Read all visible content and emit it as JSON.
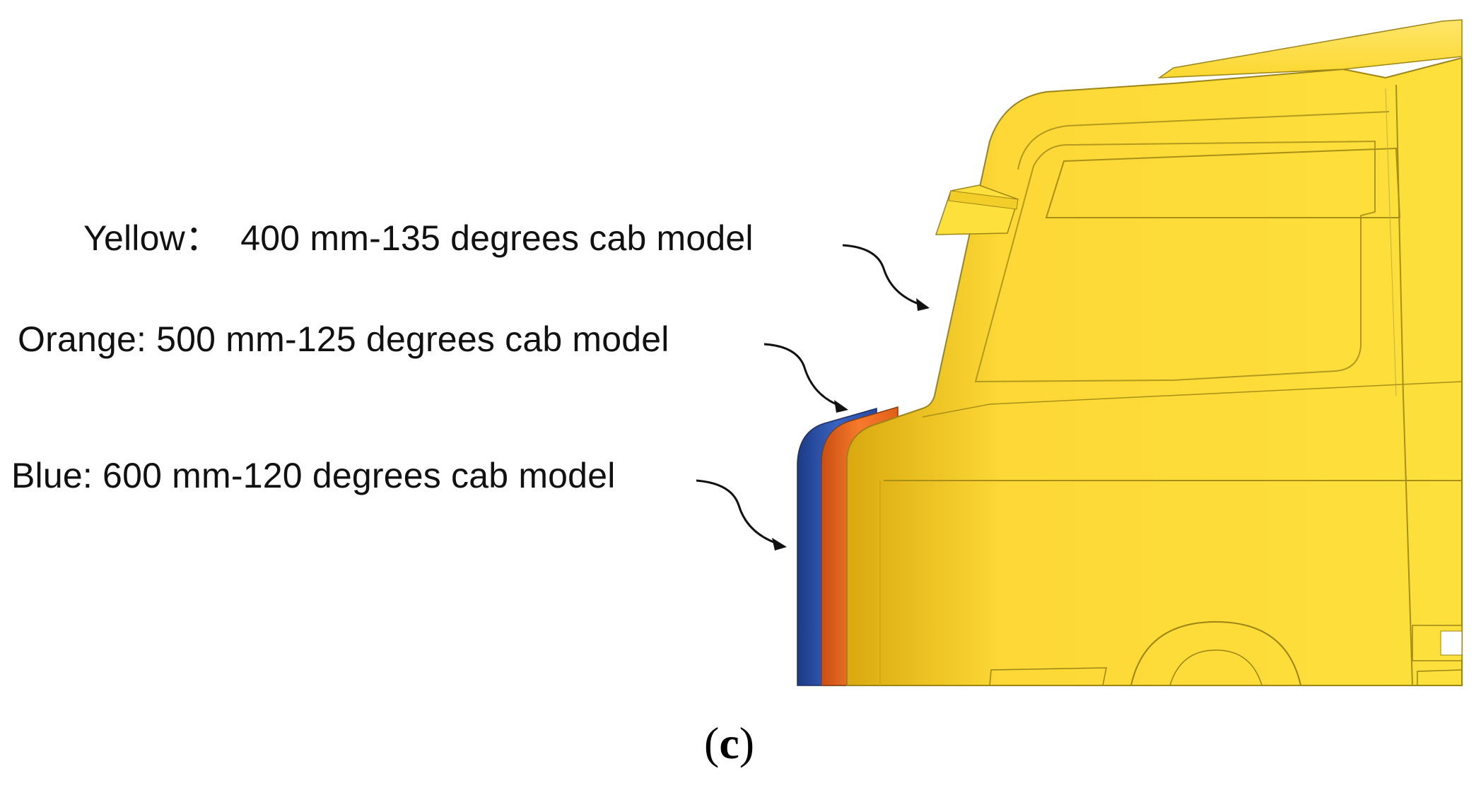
{
  "labels": {
    "yellow": "Yellow：  400 mm-135 degrees cab model",
    "orange": "Orange: 500 mm-125 degrees cab model",
    "blue": "Blue: 600 mm-120 degrees cab model"
  },
  "panel": {
    "open": "(",
    "letter": "c",
    "close": ")"
  },
  "colors": {
    "yellow": "#fde03c",
    "orange": "#f26a1f",
    "blue": "#2e52a8",
    "outline": "#a08c1a",
    "text": "#111111"
  }
}
